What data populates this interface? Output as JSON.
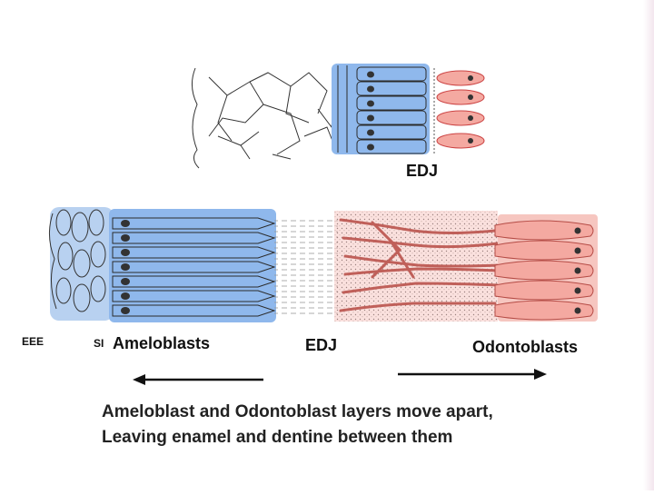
{
  "labels": {
    "edj_top": "EDJ",
    "eee": "EEE",
    "si": "SI",
    "ameloblasts": "Ameloblasts",
    "edj_bottom": "EDJ",
    "odontoblasts": "Odontoblasts"
  },
  "caption": {
    "line1": "Ameloblast and Odontoblast layers move apart,",
    "line2": "Leaving enamel and dentine between them"
  },
  "colors": {
    "ameloblast_blue": "#8fb8ec",
    "odontoblast_pink": "#f4a9a1",
    "outline": "#2b2b2b"
  }
}
